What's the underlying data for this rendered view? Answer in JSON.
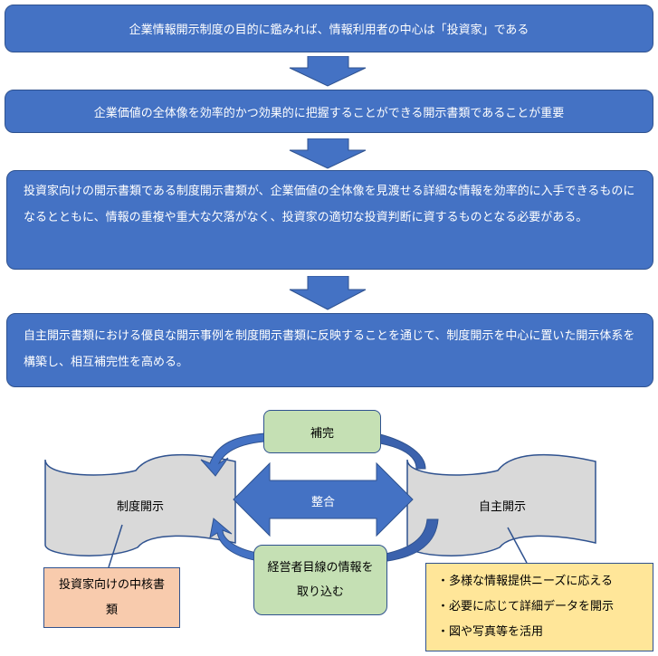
{
  "flow": {
    "step1": "企業情報開示制度の目的に鑑みれば、情報利用者の中心は「投資家」である",
    "step2": "企業価値の全体像を効率的かつ効果的に把握することができる開示書類であることが重要",
    "step3": "投資家向けの開示書類である制度開示書類が、企業価値の全体像を見渡せる詳細な情報を効率的に入手できるものになるとともに、情報の重複や重大な欠落がなく、投資家の適切な投資判断に資するものとなる必要がある。",
    "step4": "自主開示書類における優良な開示事例を制度開示書類に反映することを通じて、制度開示を中心に置いた開示体系を構築し、相互補完性を高める。"
  },
  "diagram": {
    "left_doc": "制度開示",
    "right_doc": "自主開示",
    "top_box": "補完",
    "center_arrow": "整合",
    "bottom_box": "経営者目線の情報を取り込む",
    "left_callout": "投資家向けの中核書類",
    "right_callout": [
      "・多様な情報提供ニーズに応える",
      "・必要に応じて詳細データを開示",
      "・図や写真等を活用"
    ]
  },
  "colors": {
    "flow_box": "#4472c4",
    "green_box": "#c5e0b4",
    "doc_gray": "#d9d9d9",
    "callout_orange": "#f8cbad",
    "callout_yellow": "#ffe699"
  }
}
